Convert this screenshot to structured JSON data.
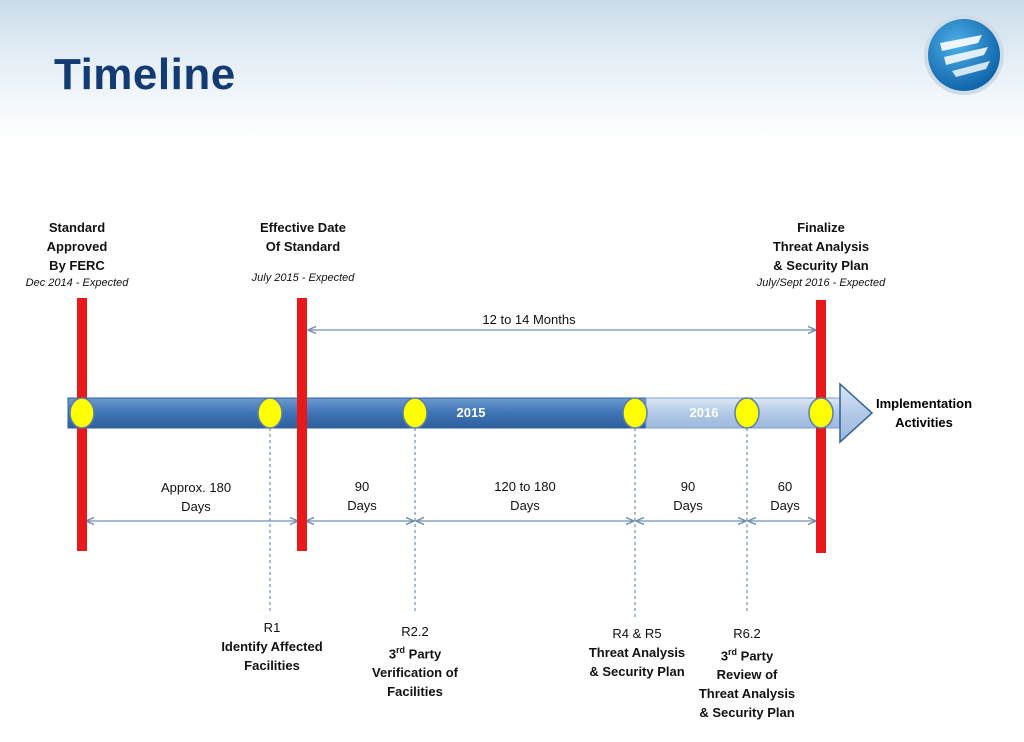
{
  "slide": {
    "title": "Timeline"
  },
  "milestones": [
    {
      "id": "approved",
      "lines": [
        "Standard",
        "Approved",
        "By FERC"
      ],
      "date": "Dec 2014 - Expected"
    },
    {
      "id": "effective",
      "lines": [
        "Effective Date",
        "Of Standard"
      ],
      "date": "July 2015 - Expected"
    },
    {
      "id": "finalize",
      "lines": [
        "Finalize",
        "Threat Analysis",
        "& Security Plan"
      ],
      "date": "July/Sept 2016 - Expected"
    }
  ],
  "overall_span": {
    "label": "12 to 14 Months"
  },
  "bar": {
    "year_2015": "2015",
    "year_2016": "2016",
    "end_label_1": "Implementation",
    "end_label_2": "Activities"
  },
  "durations": [
    {
      "line1": "Approx. 180",
      "line2": "Days"
    },
    {
      "line1": "90",
      "line2": "Days"
    },
    {
      "line1": "120 to 180",
      "line2": "Days"
    },
    {
      "line1": "90",
      "line2": "Days"
    },
    {
      "line1": "60",
      "line2": "Days"
    }
  ],
  "requirements": [
    {
      "id": "R1",
      "lines": [
        "Identify Affected",
        "Facilities"
      ]
    },
    {
      "id": "R2.2",
      "sup_base": "3",
      "sup": "rd",
      "sup_rest": " Party",
      "lines": [
        "Verification of",
        "Facilities"
      ]
    },
    {
      "id": "R4 & R5",
      "lines": [
        "Threat Analysis",
        "& Security Plan"
      ]
    },
    {
      "id": "R6.2",
      "sup_base": "3",
      "sup": "rd",
      "sup_rest": " Party",
      "lines": [
        "Review of",
        "Threat Analysis",
        "& Security Plan"
      ]
    }
  ],
  "colors": {
    "title": "#123a73",
    "bar_dark": "#4a7fc0",
    "bar_light": "#b7cde8",
    "marker": "#e8191a",
    "node": "#ffff00",
    "arrow_line": "#6f8fb5"
  }
}
